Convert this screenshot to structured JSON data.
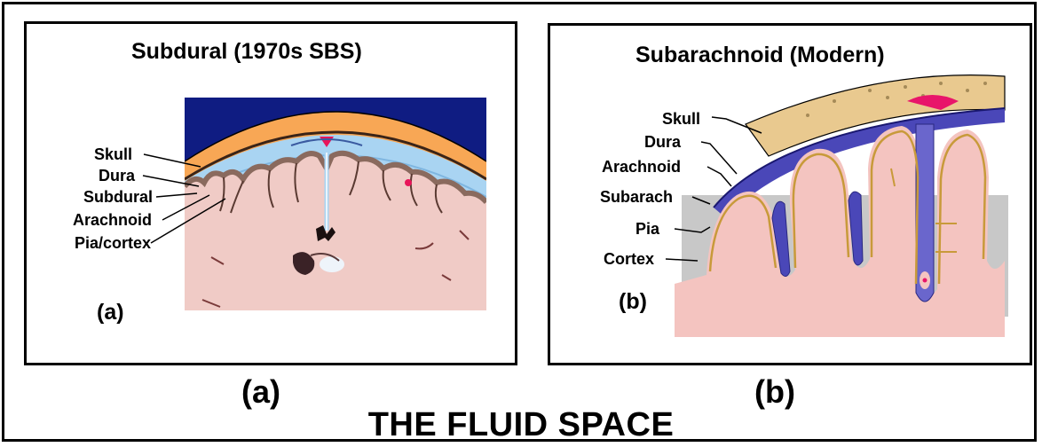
{
  "panel_a": {
    "title": "Subdural (1970s SBS)",
    "labels": [
      "Skull",
      "Dura",
      "Subdural",
      "Arachnoid",
      "Pia/cortex"
    ],
    "panel_label": "(a)"
  },
  "panel_b": {
    "title": "Subarachnoid (Modern)",
    "labels": [
      "Skull",
      "Dura",
      "Arachnoid",
      "Subarach",
      "Pia",
      "Cortex"
    ],
    "panel_label": "(b)"
  },
  "bottom": {
    "label_a": "(a)",
    "label_b": "(b)",
    "title": "THE FLUID SPACE"
  },
  "colors": {
    "navy": "#0f1c82",
    "skull_orange": "#f8a755",
    "csf_blue": "#a9d4f2",
    "brain_pink": "#f0cbc6",
    "cortex_pink": "#f4c4c0",
    "bone_tan": "#e9c98f",
    "vessel_blue": "#4a47b8",
    "gray_matter": "#c8c8c8"
  }
}
